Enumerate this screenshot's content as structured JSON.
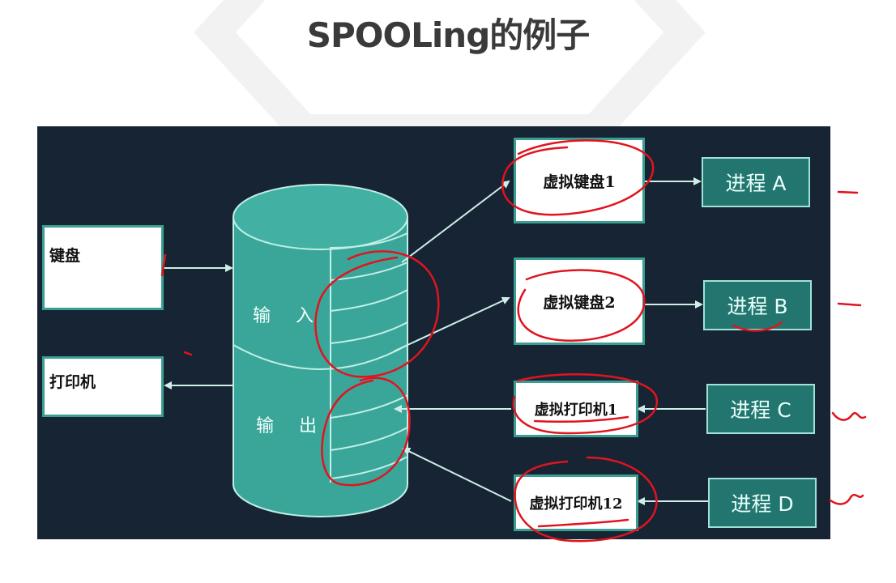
{
  "title": "SPOOLing的例子",
  "diagram": {
    "keyboard": "键盘",
    "printer": "打印机",
    "cylinder": {
      "input": "输 入",
      "output": "输 出"
    },
    "virtual_devices": [
      "虚拟键盘1",
      "虚拟键盘2",
      "虚拟打印机1",
      "虚拟打印机12"
    ],
    "processes": [
      "进程 A",
      "进程 B",
      "进程 C",
      "进程 D"
    ]
  },
  "colors": {
    "background": "#172434",
    "cylinder": "#3aa69a",
    "process_box": "#23766f",
    "arrow": "#cfeee7",
    "annotation": "#e0141e",
    "title": "#3a3a3a"
  }
}
